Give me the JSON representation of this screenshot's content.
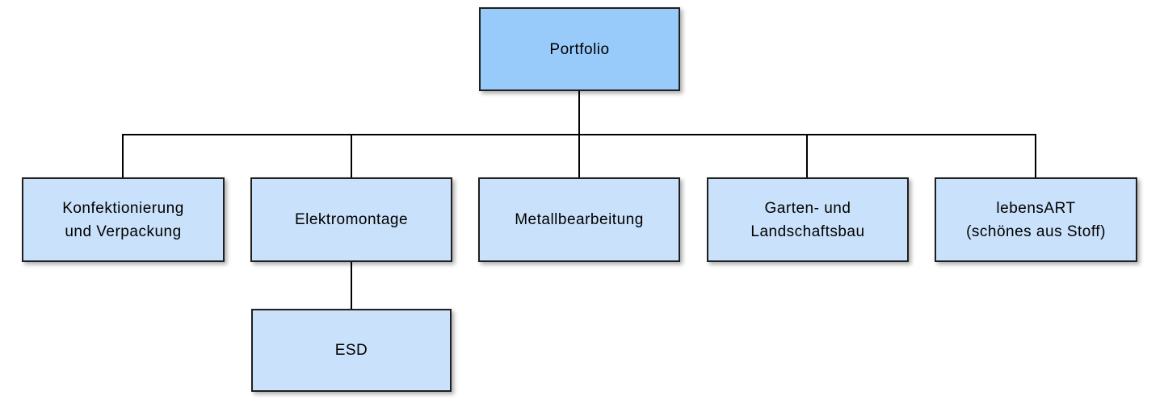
{
  "diagram": {
    "type": "org-chart",
    "background": "#FFFFFF",
    "colors": {
      "root_fill": "#99CBFA",
      "child_fill": "#C9E1FA",
      "border": "#1F1F1F",
      "connector": "#000000",
      "text": "#000000"
    },
    "root": {
      "label": "Portfolio",
      "lines": [
        "Portfolio"
      ]
    },
    "level1": [
      {
        "label": "Konfektionierung und Verpackung",
        "lines": [
          "Konfektionierung",
          "und Verpackung"
        ]
      },
      {
        "label": "Elektromontage",
        "lines": [
          "Elektromontage"
        ]
      },
      {
        "label": "Metallbearbeitung",
        "lines": [
          "Metallbearbeitung"
        ]
      },
      {
        "label": "Garten- und Landschaftsbau",
        "lines": [
          "Garten- und",
          "Landschaftsbau"
        ]
      },
      {
        "label": "lebensART (schönes aus Stoff)",
        "lines": [
          "lebensART",
          "(schönes aus Stoff)"
        ]
      }
    ],
    "level2": [
      {
        "label": "ESD",
        "parent": "Elektromontage",
        "lines": [
          "ESD"
        ]
      }
    ]
  }
}
